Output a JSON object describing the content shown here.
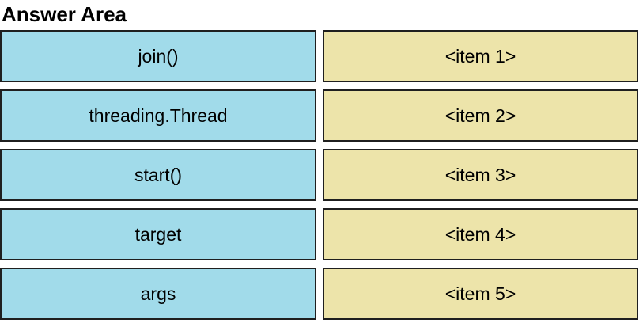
{
  "header": {
    "title": "Answer Area"
  },
  "colors": {
    "source_fill": "#a1dbea",
    "target_fill": "#ede4aa",
    "border": "#1f1f1f"
  },
  "rows": [
    {
      "source": "join()",
      "target": "<item 1>"
    },
    {
      "source": "threading.Thread",
      "target": "<item 2>"
    },
    {
      "source": "start()",
      "target": "<item 3>"
    },
    {
      "source": "target",
      "target": "<item 4>"
    },
    {
      "source": "args",
      "target": "<item 5>"
    }
  ]
}
